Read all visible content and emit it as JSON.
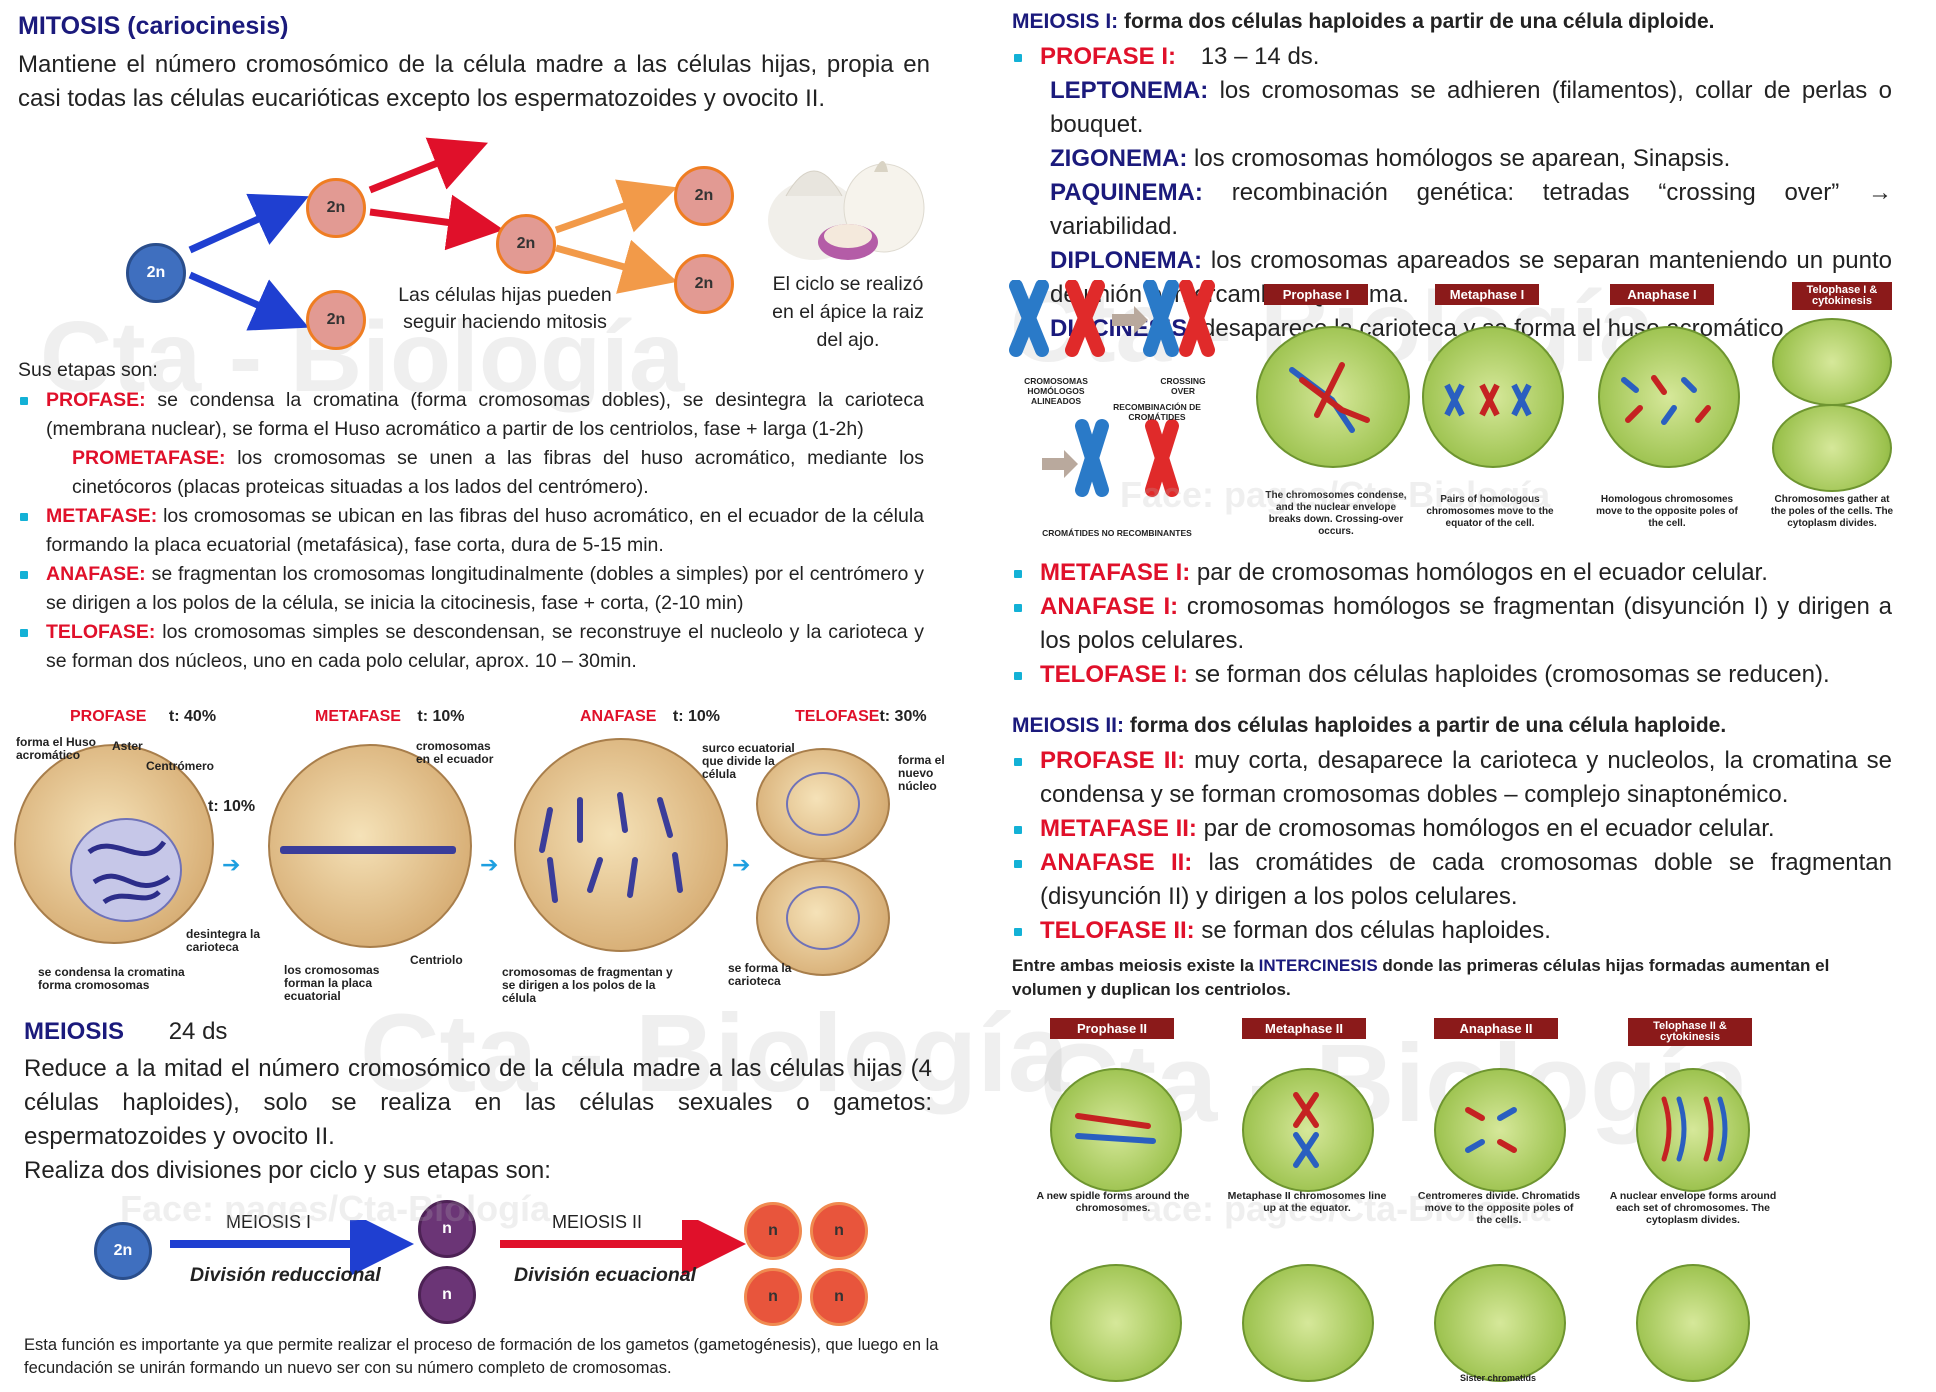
{
  "mitosis": {
    "title": "MITOSIS (cariocinesis)",
    "intro": "Mantiene el número cromosómico de la célula madre a las células hijas, propia en casi todas las células eucarióticas excepto los espermatozoides y ovocito II.",
    "diagram": {
      "cell_label": "2n",
      "daughter_note": "Las células hijas pueden seguir haciendo mitosis",
      "garlic_note": "El ciclo se realizó en el ápice la raiz del ajo."
    },
    "stages_heading": "Sus etapas son:",
    "stages": [
      {
        "name": "PROFASE:",
        "text": "se condensa la cromatina (forma cromosomas dobles), se desintegra la carioteca (membrana nuclear), se forma el Huso acromático a partir de los centriolos, fase + larga (1-2h)"
      },
      {
        "name": "PROMETAFASE:",
        "text": "los cromosomas se unen a las fibras del huso acromático, mediante los cinetócoros (placas proteicas situadas a los lados del centrómero)."
      },
      {
        "name": "METAFASE:",
        "text": "los cromosomas se ubican en las fibras del huso acromático, en el ecuador de la célula formando la placa ecuatorial (metafásica), fase corta, dura de 5-15 min."
      },
      {
        "name": "ANAFASE:",
        "text": "se fragmentan los cromosomas longitudinalmente (dobles a simples) por el centrómero y se dirigen a los polos de la célula, se inicia la citocinesis, fase + corta, (2-10 min)"
      },
      {
        "name": "TELOFASE:",
        "text": "los cromosomas simples se descondensan, se reconstruye el nucleolo y la carioteca y se forman dos núcleos, uno en cada polo celular, aprox. 10 – 30min."
      }
    ],
    "figure": {
      "phases": [
        {
          "name": "PROFASE",
          "time": "t: 40%"
        },
        {
          "name": "METAFASE",
          "time": "t: 10%"
        },
        {
          "name": "ANAFASE",
          "time": "t: 10%"
        },
        {
          "name": "TELOFASE",
          "time": "t: 30%"
        }
      ],
      "prometa_time": "t: 10%",
      "annotations": {
        "huso": "forma el Huso acromático",
        "aster": "Aster",
        "centromero": "Centrómero",
        "carioteca": "desintegra la carioteca",
        "condensa": "se condensa la cromatina forma cromosomas",
        "ecuador": "cromosomas en el ecuador",
        "placa": "los cromosomas forman la placa ecuatorial",
        "centriolo": "Centriolo",
        "fragmentan": "cromosomas de fragmentan y se dirigen a los polos de la célula",
        "surco": "surco ecuatorial que divide la célula",
        "nucleo": "forma el nuevo núcleo",
        "forma_carioteca": "se forma la carioteca"
      }
    }
  },
  "meiosis": {
    "title": "MEIOSIS",
    "duration": "24 ds",
    "intro": "Reduce a la mitad el número cromosómico de la célula madre a las células hijas (4 células haploides), solo se realiza en las células sexuales o gametos: espermatozoides y ovocito II.",
    "intro2": "Realiza dos divisiones por ciclo y sus etapas son:",
    "diagram": {
      "mother": "2n",
      "haploid": "n",
      "meiosis1": "MEIOSIS I",
      "meiosis2": "MEIOSIS II",
      "div1": "División reduccional",
      "div2": "División ecuacional"
    },
    "closing": "Esta función es importante ya que permite realizar el proceso de formación de los gametos (gametogénesis), que luego en la fecundación se unirán formando un nuevo ser con su número completo de cromosomas."
  },
  "meiosis1": {
    "title_a": "MEIOSIS I:",
    "title_b": "forma dos células haploides a partir de una célula diploide.",
    "profase_name": "PROFASE I:",
    "profase_time": "13 – 14 ds.",
    "subphases": [
      {
        "name": "LEPTONEMA:",
        "text": "los cromosomas se adhieren (filamentos), collar de perlas o bouquet."
      },
      {
        "name": "ZIGONEMA:",
        "text": "los cromosomas homólogos se aparean, Sinapsis."
      },
      {
        "name": "PAQUINEMA:",
        "text": "recombinación genética: tetradas “crossing over” → variabilidad."
      },
      {
        "name": "DIPLONEMA:",
        "text": "los cromosomas apareados se separan manteniendo un punto de unión o intercambio: Quiasma."
      },
      {
        "name": "DIACINESIS:",
        "text": "desaparece la carioteca y se forma el huso acromático."
      }
    ],
    "figure": {
      "chrom_labels": [
        "CROMOSOMAS HOMÓLOGOS ALINEADOS",
        "CROSSING OVER",
        "RECOMBINACIÓN DE CROMÁTIDES",
        "CROMÁTIDES NO RECOMBINANTES"
      ],
      "panels": [
        {
          "title": "Prophase I",
          "caption": "The chromosomes condense, and the nuclear envelope breaks down. Crossing-over occurs."
        },
        {
          "title": "Metaphase I",
          "caption": "Pairs of homologous chromosomes move to the equator of the cell."
        },
        {
          "title": "Anaphase I",
          "caption": "Homologous chromosomes move to the opposite poles of the cell."
        },
        {
          "title": "Telophase I & cytokinesis",
          "caption": "Chromosomes gather at the poles of the cells. The cytoplasm divides."
        }
      ]
    },
    "stages": [
      {
        "name": "METAFASE I:",
        "text": "par de cromosomas homólogos en el ecuador celular."
      },
      {
        "name": "ANAFASE I:",
        "text": "cromosomas homólogos se fragmentan (disyunción I) y dirigen a los polos celulares."
      },
      {
        "name": "TELOFASE I:",
        "text": "se forman dos células haploides (cromosomas se reducen)."
      }
    ]
  },
  "meiosis2": {
    "title_a": "MEIOSIS II:",
    "title_b": "forma dos células haploides a partir de una célula haploide.",
    "stages": [
      {
        "name": "PROFASE II:",
        "text": "muy corta, desaparece la carioteca y nucleolos, la cromatina se condensa y se forman cromosomas dobles – complejo sinaptonémico."
      },
      {
        "name": "METAFASE II:",
        "text": "par de cromosomas homólogos en el ecuador celular."
      },
      {
        "name": "ANAFASE II:",
        "text": "las cromátides de cada cromosomas doble se fragmentan (disyunción II) y dirigen a los polos celulares."
      },
      {
        "name": "TELOFASE II:",
        "text": "se forman dos células haploides."
      }
    ],
    "intercinesis_a": "Entre ambas meiosis existe la",
    "intercinesis_b": "INTERCINESIS",
    "intercinesis_c": "donde las primeras células hijas formadas aumentan el volumen y duplican los centriolos.",
    "figure": {
      "panels": [
        {
          "title": "Prophase II",
          "caption": "A new spidle forms around the chromosomes."
        },
        {
          "title": "Metaphase II",
          "caption": "Metaphase II chromosomes line up at the equator."
        },
        {
          "title": "Anaphase II",
          "caption": "Centromeres divide. Chromatids move to the opposite poles of the cells."
        },
        {
          "title": "Telophase II & cytokinesis",
          "caption": "A nuclear envelope forms around each set of chromosomes. The cytoplasm divides."
        }
      ],
      "sister": "Sister chromatids"
    }
  },
  "watermark": {
    "brand": "Cta - Biología",
    "face": "Face: pages/Cta-Biología"
  },
  "colors": {
    "title": "#1b1a7c",
    "phase": "#e0102a",
    "bullet": "#13b1d6"
  }
}
